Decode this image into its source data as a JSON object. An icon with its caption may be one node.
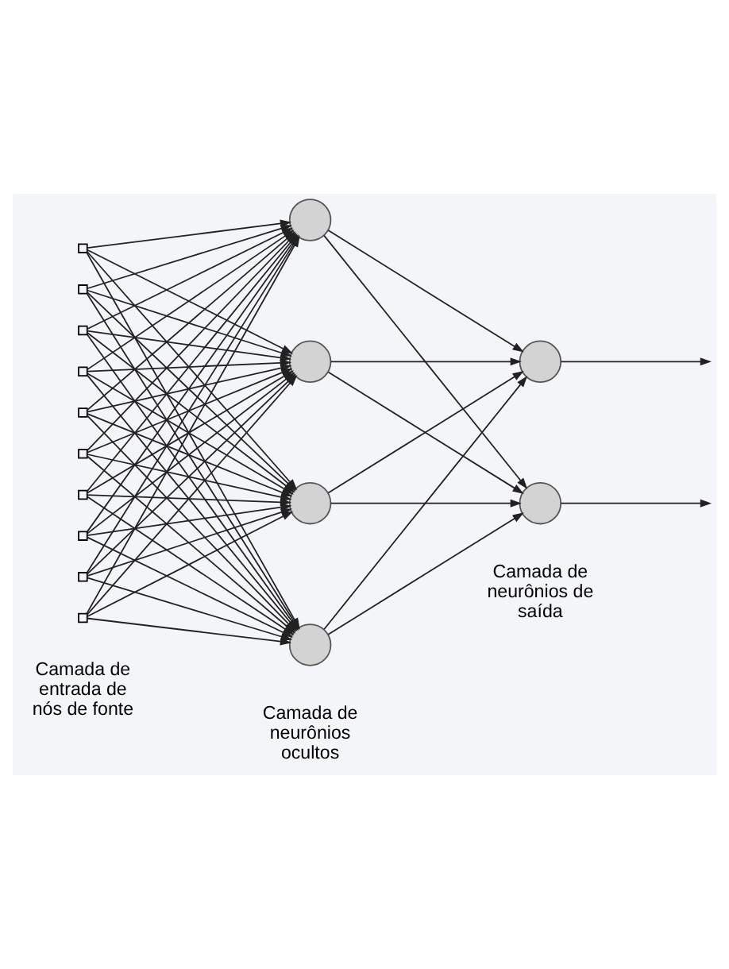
{
  "diagram": {
    "nodes": [
      {
        "text": [],
        "shape": "box"
      },
      {
        "text": [],
        "shape": "box"
      },
      {
        "text": [],
        "shape": "box"
      },
      {
        "text": [],
        "shape": "box"
      },
      {
        "text": [],
        "shape": "box"
      },
      {
        "text": [],
        "shape": "box"
      },
      {
        "text": [],
        "shape": "box"
      },
      {
        "text": [],
        "shape": "box"
      },
      {
        "text": [],
        "shape": "box"
      },
      {
        "text": [],
        "shape": "box"
      },
      {
        "text": [],
        "shape": "circle"
      },
      {
        "text": [],
        "shape": "circle"
      },
      {
        "text": [],
        "shape": "circle"
      },
      {
        "text": [],
        "shape": "circle"
      },
      {
        "text": [],
        "shape": "circle"
      },
      {
        "text": [],
        "shape": "circle"
      }
    ],
    "edges": [
      {
        "from": 0,
        "to": 10,
        "arrow": "to"
      },
      {
        "from": 0,
        "to": 11,
        "arrow": "to"
      },
      {
        "from": 0,
        "to": 12,
        "arrow": "to"
      },
      {
        "from": 0,
        "to": 13,
        "arrow": "to"
      },
      {
        "from": 1,
        "to": 10,
        "arrow": "to"
      },
      {
        "from": 1,
        "to": 11,
        "arrow": "to"
      },
      {
        "from": 1,
        "to": 12,
        "arrow": "to"
      },
      {
        "from": 1,
        "to": 13,
        "arrow": "to"
      },
      {
        "from": 2,
        "to": 10,
        "arrow": "to"
      },
      {
        "from": 2,
        "to": 11,
        "arrow": "to"
      },
      {
        "from": 2,
        "to": 12,
        "arrow": "to"
      },
      {
        "from": 2,
        "to": 13,
        "arrow": "to"
      },
      {
        "from": 3,
        "to": 10,
        "arrow": "to"
      },
      {
        "from": 3,
        "to": 11,
        "arrow": "to"
      },
      {
        "from": 3,
        "to": 12,
        "arrow": "to"
      },
      {
        "from": 3,
        "to": 13,
        "arrow": "to"
      },
      {
        "from": 4,
        "to": 10,
        "arrow": "to"
      },
      {
        "from": 4,
        "to": 11,
        "arrow": "to"
      },
      {
        "from": 4,
        "to": 12,
        "arrow": "to"
      },
      {
        "from": 4,
        "to": 13,
        "arrow": "to"
      },
      {
        "from": 5,
        "to": 10,
        "arrow": "to"
      },
      {
        "from": 5,
        "to": 11,
        "arrow": "to"
      },
      {
        "from": 5,
        "to": 12,
        "arrow": "to"
      },
      {
        "from": 5,
        "to": 13,
        "arrow": "to"
      },
      {
        "from": 6,
        "to": 10,
        "arrow": "to"
      },
      {
        "from": 6,
        "to": 11,
        "arrow": "to"
      },
      {
        "from": 6,
        "to": 12,
        "arrow": "to"
      },
      {
        "from": 6,
        "to": 13,
        "arrow": "to"
      },
      {
        "from": 7,
        "to": 10,
        "arrow": "to"
      },
      {
        "from": 7,
        "to": 11,
        "arrow": "to"
      },
      {
        "from": 7,
        "to": 12,
        "arrow": "to"
      },
      {
        "from": 7,
        "to": 13,
        "arrow": "to"
      },
      {
        "from": 8,
        "to": 10,
        "arrow": "to"
      },
      {
        "from": 8,
        "to": 11,
        "arrow": "to"
      },
      {
        "from": 8,
        "to": 12,
        "arrow": "to"
      },
      {
        "from": 8,
        "to": 13,
        "arrow": "to"
      },
      {
        "from": 9,
        "to": 10,
        "arrow": "to"
      },
      {
        "from": 9,
        "to": 11,
        "arrow": "to"
      },
      {
        "from": 9,
        "to": 12,
        "arrow": "to"
      },
      {
        "from": 9,
        "to": 13,
        "arrow": "to"
      },
      {
        "from": 10,
        "to": 14,
        "arrow": "to"
      },
      {
        "from": 10,
        "to": 15,
        "arrow": "to"
      },
      {
        "from": 11,
        "to": 14,
        "arrow": "to"
      },
      {
        "from": 11,
        "to": 15,
        "arrow": "to"
      },
      {
        "from": 12,
        "to": 14,
        "arrow": "to"
      },
      {
        "from": 12,
        "to": 15,
        "arrow": "to"
      },
      {
        "from": 13,
        "to": 14,
        "arrow": "to"
      },
      {
        "from": 13,
        "to": 15,
        "arrow": "to"
      },
      {
        "from": 14,
        "to": null,
        "arrow": "to"
      },
      {
        "from": 15,
        "to": null,
        "arrow": "to"
      }
    ],
    "labels": [
      "Camada de entrada de nós de fonte",
      "Camada de neurônios ocultos",
      "Camada de neurônios de saída"
    ]
  }
}
